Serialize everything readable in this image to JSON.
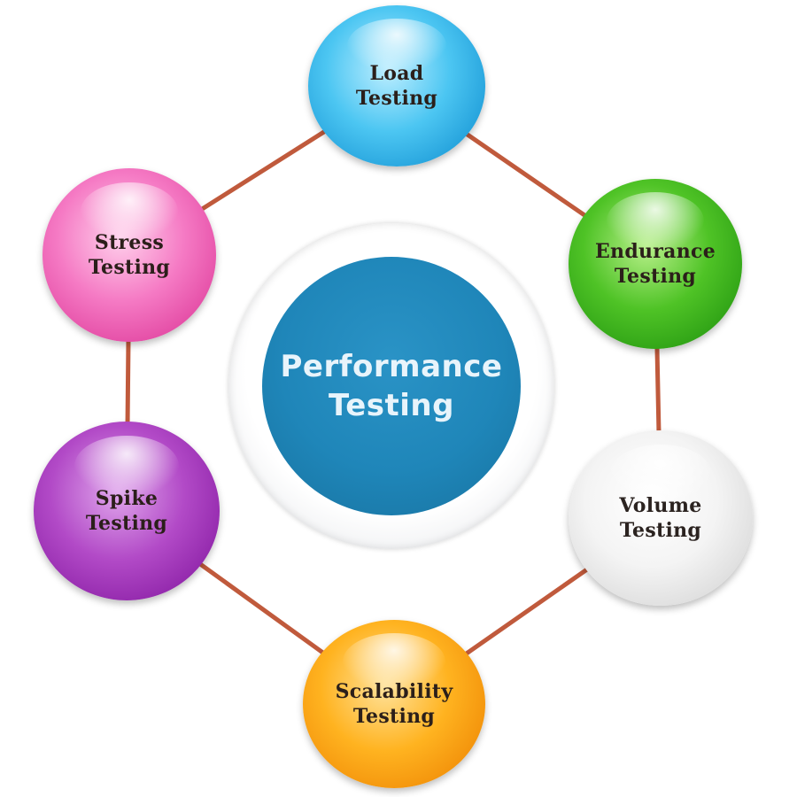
{
  "center": {
    "line1": "Performance",
    "line2": "Testing",
    "color": "#1f86b9"
  },
  "nodes": [
    {
      "id": "load",
      "line1": "Load",
      "line2": "Testing",
      "color": "#3bb9ec"
    },
    {
      "id": "endurance",
      "line1": "Endurance",
      "line2": "Testing",
      "color": "#3fb51c"
    },
    {
      "id": "volume",
      "line1": "Volume",
      "line2": "Testing",
      "color": "#e6e6e6"
    },
    {
      "id": "scalability",
      "line1": "Scalability",
      "line2": "Testing",
      "color": "#fba414"
    },
    {
      "id": "spike",
      "line1": "Spike",
      "line2": "Testing",
      "color": "#a23cbb"
    },
    {
      "id": "stress",
      "line1": "Stress",
      "line2": "Testing",
      "color": "#ee66b6"
    }
  ],
  "connector_color": "#c05a3c"
}
